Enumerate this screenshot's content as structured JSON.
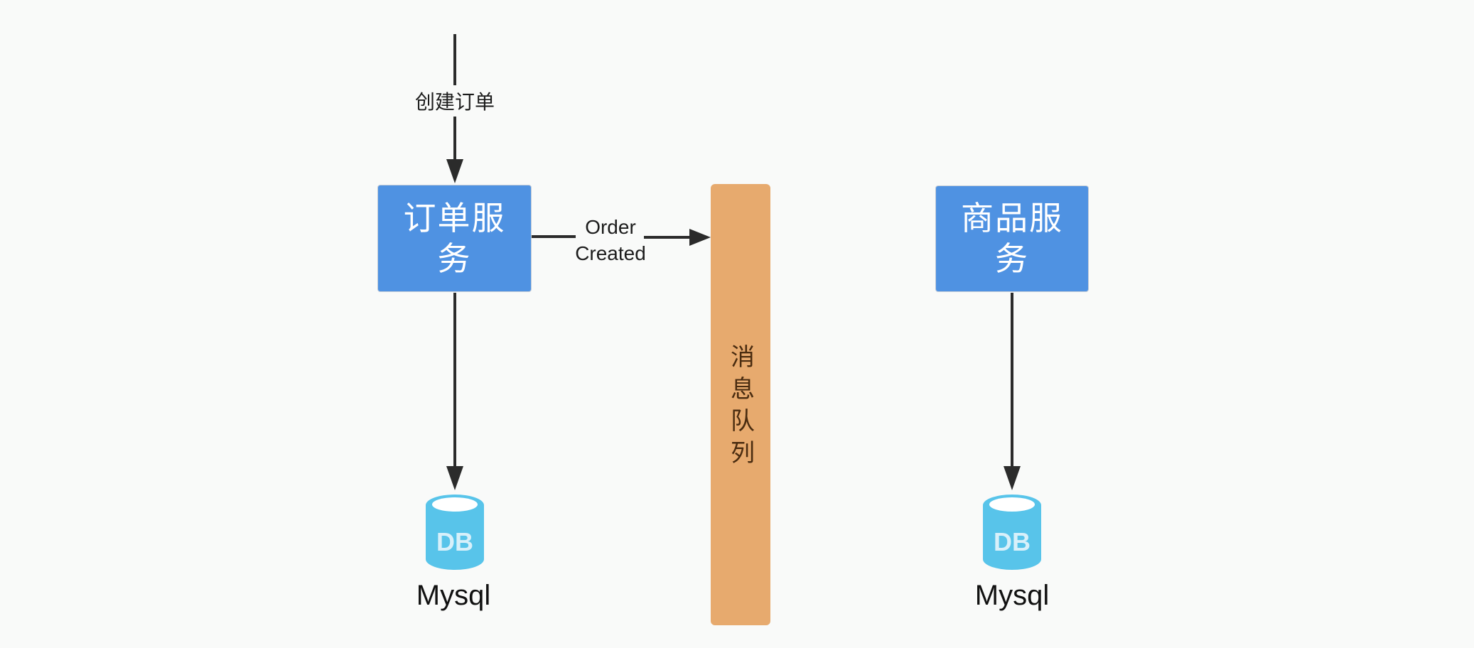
{
  "nodes": {
    "order_service": {
      "label": "订单服务"
    },
    "product_service": {
      "label": "商品服务"
    },
    "message_queue": {
      "label": "消息队列"
    },
    "order_db": {
      "icon_label": "DB",
      "caption": "Mysql"
    },
    "product_db": {
      "icon_label": "DB",
      "caption": "Mysql"
    }
  },
  "edges": {
    "create_order": {
      "label": "创建订单"
    },
    "order_created": {
      "label": "Order Created"
    }
  },
  "colors": {
    "service_box": "#4f92e2",
    "queue_bar": "#e7aa6e",
    "queue_text": "#4a2c10",
    "db_cylinder": "#58c4ea",
    "db_text": "#d8f0fa",
    "arrow": "#2b2b2b",
    "background": "#f9faf9"
  }
}
